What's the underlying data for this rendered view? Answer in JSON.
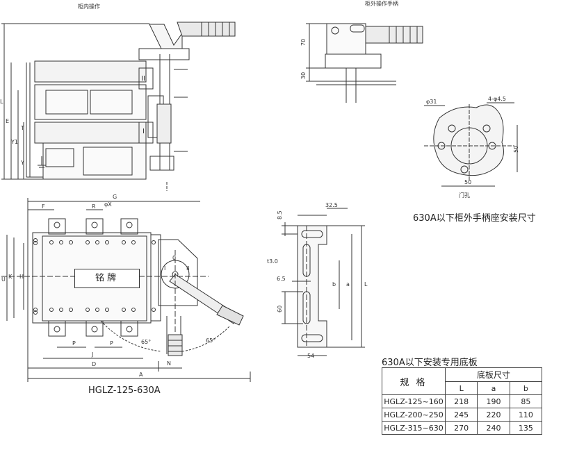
{
  "captions": {
    "cabinet_inside": "柜内操作",
    "external_handle": "柜外操作手柄",
    "door_hole": "门孔",
    "handle_seat_title": "630A以下柜外手柄座安装尺寸",
    "model_title": "HGLZ-125-630A",
    "nameplate": "铭牌",
    "table_title": "630A以下安装专用底板"
  },
  "dims": {
    "side_view": [
      "L",
      "E",
      "Y1",
      "T",
      "Y"
    ],
    "switch_labels": [
      "II",
      "I"
    ],
    "front_top": [
      "F",
      "R",
      "φX",
      "G"
    ],
    "front_left": [
      "U",
      "K",
      "H"
    ],
    "front_bottom": [
      "P",
      "P",
      "J",
      "D",
      "A",
      "N"
    ],
    "angles": [
      "65°",
      "65°"
    ],
    "dial": [
      "0",
      "I",
      "II"
    ],
    "handle_side": [
      "70",
      "30"
    ],
    "door_hole": [
      "φ31",
      "4-φ4.5",
      "50",
      "50"
    ],
    "plate": [
      "8.5",
      "32.5",
      "t3.0",
      "6.5",
      "b",
      "a",
      "L",
      "60",
      "54"
    ]
  },
  "spec_table": {
    "group_header": "底板尺寸",
    "row_header": "规  格",
    "columns": [
      "L",
      "a",
      "b"
    ],
    "rows": [
      {
        "model": "HGLZ-125~160",
        "L": "218",
        "a": "190",
        "b": "85"
      },
      {
        "model": "HGLZ-200~250",
        "L": "245",
        "a": "220",
        "b": "110"
      },
      {
        "model": "HGLZ-315~630",
        "L": "270",
        "a": "240",
        "b": "135"
      }
    ]
  }
}
